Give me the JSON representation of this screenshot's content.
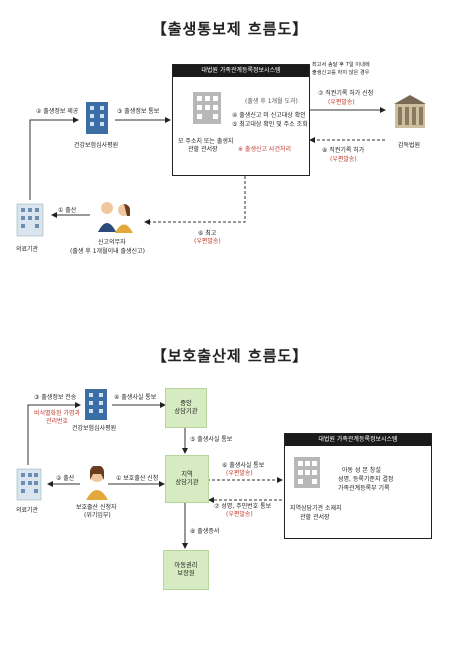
{
  "diagram1": {
    "title": "【출생통보제 흐름도】",
    "system_header": "대법원 가족관계등록정보시스템",
    "nodes": {
      "insurance": "건강보험심사평원",
      "hospital": "의료기관",
      "parent_label": "신고의무자",
      "parent_sub": "(출생 후 1개월이내 출생신고)",
      "local_head_1": "모 주소지 또는 출생지",
      "local_head_2": "관할 관서장",
      "court": "감독법원"
    },
    "steps": {
      "s1": "① 출산",
      "s2": "② 출생정보 제공",
      "s3": "③ 출생정보 통보",
      "s4_note": "(출생 후 1개월 도과)",
      "s4": "④ 출생신고 미 신고대상 확인",
      "s5": "⑤ 최고대상 확인 및 주소 조회",
      "s6": "⑥ 최고",
      "s6_sub": "(우편발송)",
      "s7": "⑦ 직권기록 허가 신청",
      "s7_sub": "(우편발송)",
      "s7_note_1": "최고서 송달 후 7일 이내에",
      "s7_note_2": "출생신고를 하지 않은 경우",
      "s8": "⑧ 직권기록 허가",
      "s8_sub": "(우편발송)",
      "electronic": "※ 출생신고 사건처리"
    }
  },
  "diagram2": {
    "title": "【보호출산제 흐름도】",
    "system_header": "대법원 가족관계등록정보시스템",
    "nodes": {
      "insurance": "건강보험심사평원",
      "hospital": "의료기관",
      "center_1": "중앙",
      "center_2": "상담기관",
      "region_1": "지역",
      "region_2": "상담기관",
      "applicant_1": "보호출산 신청자",
      "applicant_2": "(위기임부)",
      "rights_1": "아동권리",
      "rights_2": "보장원",
      "local_1": "지역상담기관 소재지",
      "local_2": "관할 관서장"
    },
    "steps": {
      "s1": "① 보호출산 신청",
      "s2": "② 출산",
      "s3": "③ 출생정보 전송",
      "s3_red_1": "비식별화된 가명과",
      "s3_red_2": "관리번호",
      "s4": "④ 출생사실 통보",
      "s5": "⑤ 출생사실 통보",
      "s6": "⑥ 출생사실 통보",
      "s6_sub": "(우편발송)",
      "s7": "⑦ 성명, 주민번호 통보",
      "s7_sub": "(우편발송)",
      "s8": "⑧ 출생증서",
      "result_1": "아동 성 본 창설",
      "result_2": "성명, 등록기준지 결정",
      "result_3": "가족관계등록부 기록"
    }
  }
}
